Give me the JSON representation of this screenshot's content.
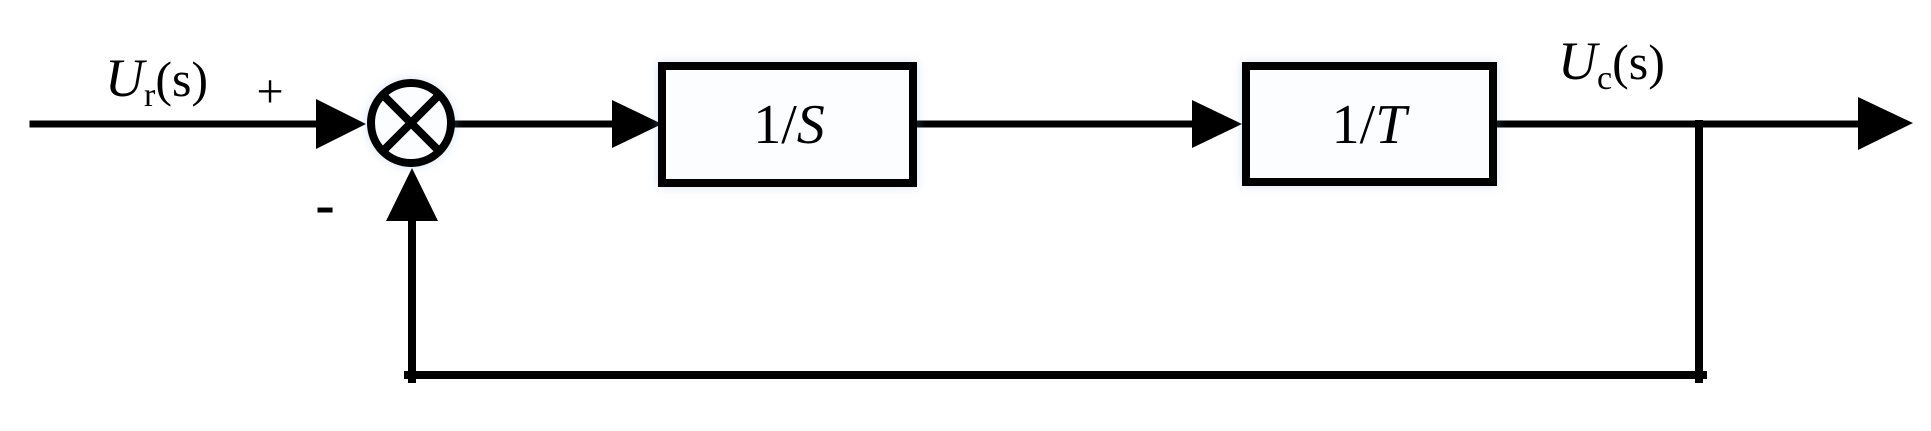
{
  "diagram": {
    "input_label": {
      "base": "U",
      "sub": "r",
      "args": "(s)"
    },
    "output_label": {
      "base": "U",
      "sub": "c",
      "args": "(s)"
    },
    "signs": {
      "plus": "+",
      "minus": "-"
    },
    "summing_junction_icon": "circle-cross",
    "blocks": [
      {
        "num": "1/",
        "sym": "S"
      },
      {
        "num": "1/",
        "sym": "T"
      }
    ],
    "colors": {
      "line": "#000000",
      "background": "#ffffff",
      "block_fill": "#fcfdff"
    }
  }
}
